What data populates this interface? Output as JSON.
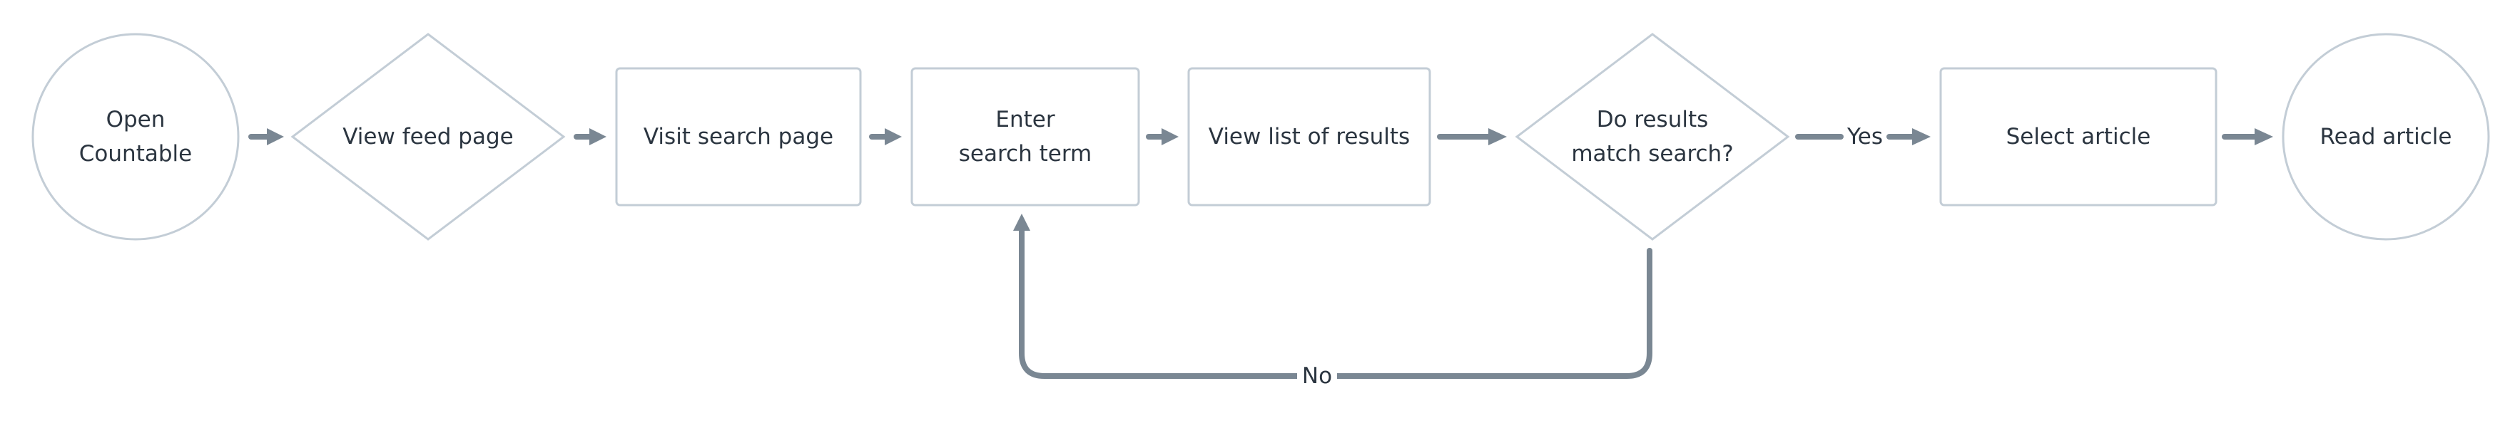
{
  "diagram": {
    "nodes": {
      "open": "Open Countable",
      "view_feed": "View feed page",
      "visit_search": "Visit search page",
      "enter_term": "Enter search term",
      "view_results": "View list of results",
      "decision": "Do results match search?",
      "select_article": "Select article",
      "read_article": "Read article"
    },
    "edges": {
      "yes_label": "Yes",
      "no_label": "No"
    },
    "colors": {
      "node_border": "#c3cdd6",
      "connector": "#7a8793",
      "text": "#2b3540"
    }
  }
}
